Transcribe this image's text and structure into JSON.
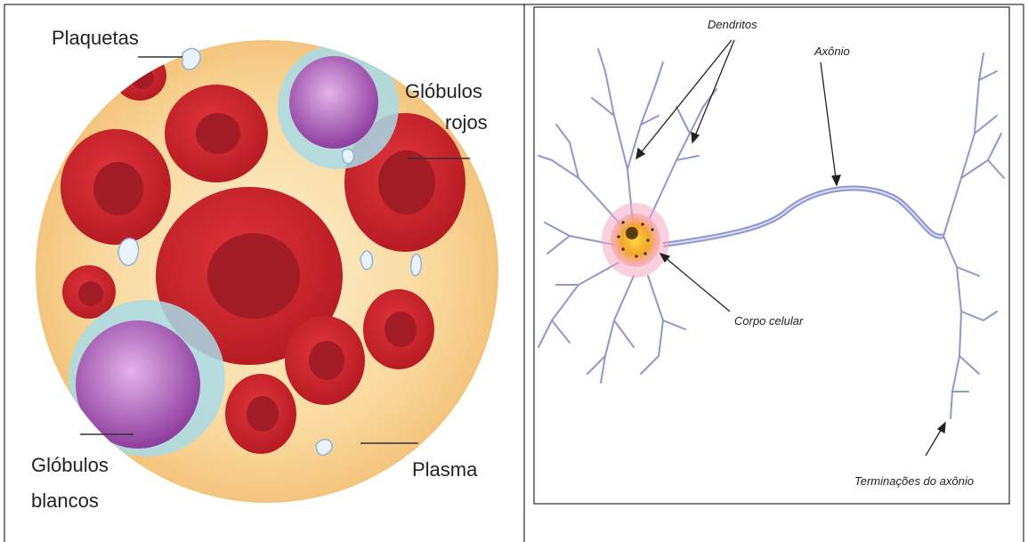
{
  "blood_panel": {
    "labels": {
      "platelets": "Plaquetas",
      "red_cells_line1": "Glóbulos",
      "red_cells_line2": "rojos",
      "white_cells_line1": "Glóbulos",
      "white_cells_line2": "blancos",
      "plasma": "Plasma"
    },
    "colors": {
      "plasma": "#f9d79a",
      "red_cell": "#d9232b",
      "red_cell_center": "#a11c24",
      "white_cell": "#b56fc2",
      "white_cell_halo": "#9fd6e3",
      "platelet": "#e6f0fb"
    }
  },
  "neuron_panel": {
    "labels": {
      "dendrites": "Dendritos",
      "axon": "Axônio",
      "cell_body": "Corpo celular",
      "axon_terminals": "Terminações do axônio"
    },
    "colors": {
      "fiber": "#8f97cc",
      "soma": "#f4a62a",
      "nucleus": "#5a3b0a"
    }
  }
}
